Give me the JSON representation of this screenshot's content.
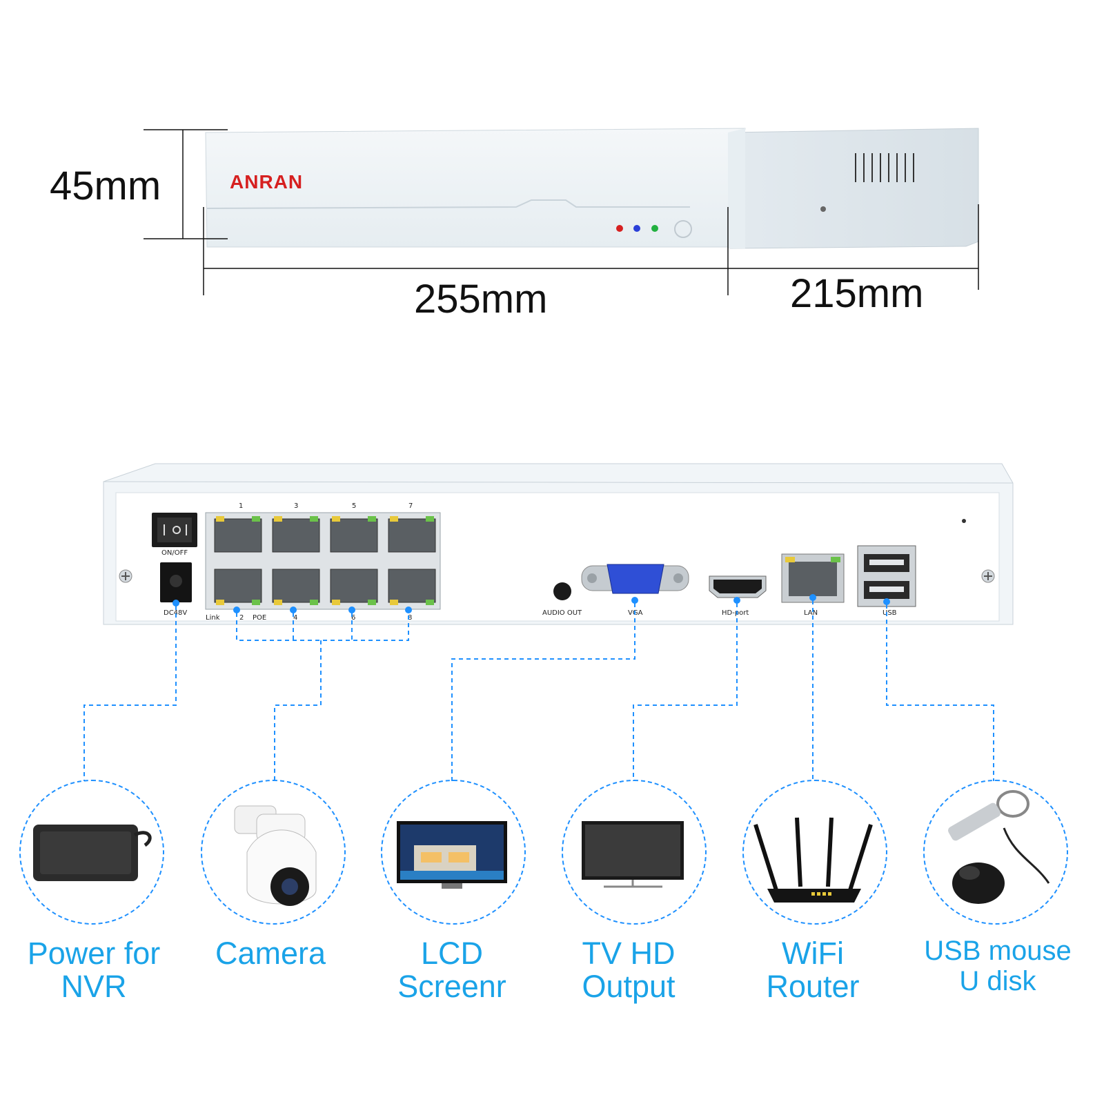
{
  "dimensions": {
    "height": "45mm",
    "width": "255mm",
    "depth": "215mm"
  },
  "brand": "ANRAN",
  "rear_panel": {
    "power_switch": "ON/OFF",
    "power_input": "DC48V",
    "port_numbers_top": [
      "1",
      "3",
      "5",
      "7"
    ],
    "port_numbers_bottom": [
      "2",
      "4",
      "6",
      "8"
    ],
    "link_label": "Link",
    "poe_label": "POE",
    "audio_out": "AUDIO OUT",
    "vga": "VGA",
    "hd_port": "HD-port",
    "lan": "LAN",
    "usb": "USB"
  },
  "accessories": [
    {
      "icon": "power-adapter-icon",
      "line1": "Power for",
      "line2": "NVR"
    },
    {
      "icon": "ptz-camera-icon",
      "line1": "Camera",
      "line2": ""
    },
    {
      "icon": "lcd-screen-icon",
      "line1": "LCD",
      "line2": "Screenr"
    },
    {
      "icon": "tv-icon",
      "line1": "TV HD",
      "line2": "Output"
    },
    {
      "icon": "wifi-router-icon",
      "line1": "WiFi",
      "line2": "Router"
    },
    {
      "icon": "usb-mouse-disk-icon",
      "line1": "USB mouse",
      "line2": "U disk"
    }
  ],
  "colors": {
    "accent": "#1aa3e8",
    "connector_line": "#1e90ff",
    "device_body": "#eef3f6",
    "led_red": "#d62020",
    "led_blue": "#2a3fd8",
    "led_green": "#22b040"
  }
}
